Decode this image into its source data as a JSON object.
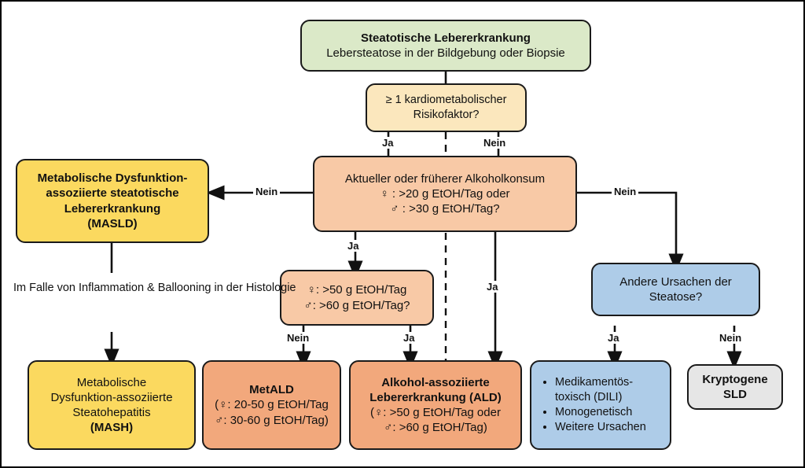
{
  "diagram": {
    "title_box": {
      "line1": "Steatotische Lebererkrankung",
      "line2": "Lebersteatose in der Bildgebung oder Biopsie"
    },
    "decision_cardiometabolic": {
      "line1": "≥ 1 kardiometabolischer",
      "line2": "Risikofaktor?"
    },
    "decision_alcohol": {
      "line1": "Aktueller oder früherer Alkoholkonsum",
      "line2": "♀ : >20 g EtOH/Tag oder",
      "line3": "♂ : >30 g EtOH/Tag?"
    },
    "decision_alcohol_high": {
      "line1": "♀: >50 g EtOH/Tag",
      "line2": "♂: >60 g EtOH/Tag?"
    },
    "decision_other_causes": {
      "line1": "Andere Ursachen der",
      "line2": "Steatose?"
    },
    "masld_box": {
      "line1": "Metabolische Dysfunktion-",
      "line2": "assoziierte steatotische",
      "line3": "Lebererkrankung",
      "line4": "(MASLD)"
    },
    "mash_note": {
      "line1": "Im Falle von Inflammation",
      "line2": "& Ballooning in der",
      "line3": "Histologie"
    },
    "mash_box": {
      "line1": "Metabolische",
      "line2": "Dysfunktion-assoziierte",
      "line3": "Steatohepatitis",
      "line4": "(MASH)"
    },
    "metald_box": {
      "line1": "MetALD",
      "line2": "(♀: 20-50 g EtOH/Tag",
      "line3": "♂: 30-60 g EtOH/Tag)"
    },
    "ald_box": {
      "line1": "Alkohol-assoziierte",
      "line2": "Lebererkrankung (ALD)",
      "line3": "(♀: >50 g EtOH/Tag oder",
      "line4": "♂: >60 g EtOH/Tag)"
    },
    "other_causes_box": {
      "items": [
        "Medikamentös-toxisch (DILI)",
        "Monogenetisch",
        "Weitere Ursachen"
      ]
    },
    "cryptogenic_box": {
      "line1": "Kryptogene",
      "line2": "SLD"
    },
    "edge_labels": {
      "cardio_yes": "Ja",
      "cardio_no": "Nein",
      "alcohol_left_no": "Nein",
      "alcohol_right_no": "Nein",
      "alcohol_down_yes": "Ja",
      "alcohol_mid_yes": "Ja",
      "high_no": "Nein",
      "high_yes": "Ja",
      "other_yes": "Ja",
      "other_no": "Nein"
    },
    "colors": {
      "green": "#dbe9c8",
      "cream": "#fbe7bd",
      "salmon": "#f8c9a6",
      "salmon_dark": "#f2a87c",
      "yellow": "#fbd95f",
      "blue": "#aecce8",
      "grey": "#e6e6e6",
      "stroke": "#1a1a1a"
    }
  }
}
